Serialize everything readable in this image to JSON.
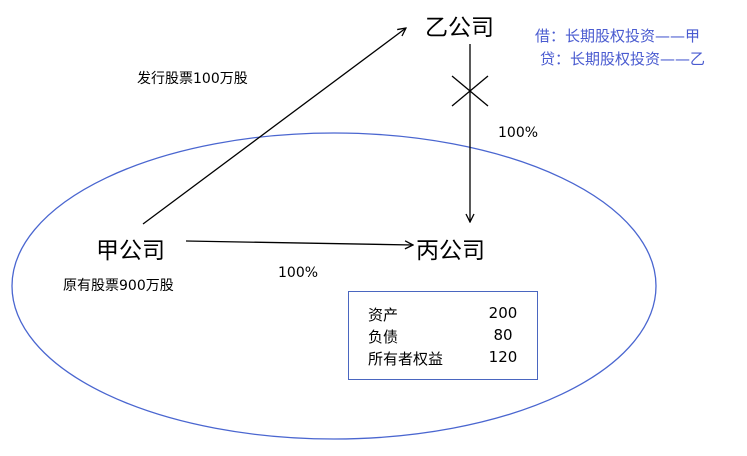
{
  "nodes": {
    "jia": "甲公司",
    "yi": "乙公司",
    "bing": "丙公司"
  },
  "labels": {
    "issue_shares": "发行股票100万股",
    "original_shares": "原有股票900万股",
    "pct_yi_bing": "100%",
    "pct_jia_bing": "100%"
  },
  "journal": {
    "debit": "借：长期股权投资——甲",
    "credit": "贷：长期股权投资——乙"
  },
  "balance": [
    {
      "item": "资产",
      "value": "200"
    },
    {
      "item": "负债",
      "value": "80"
    },
    {
      "item": "所有者权益",
      "value": "120"
    }
  ],
  "colors": {
    "ellipse": "#4a66d0",
    "journal_text": "#4a5bd0"
  }
}
